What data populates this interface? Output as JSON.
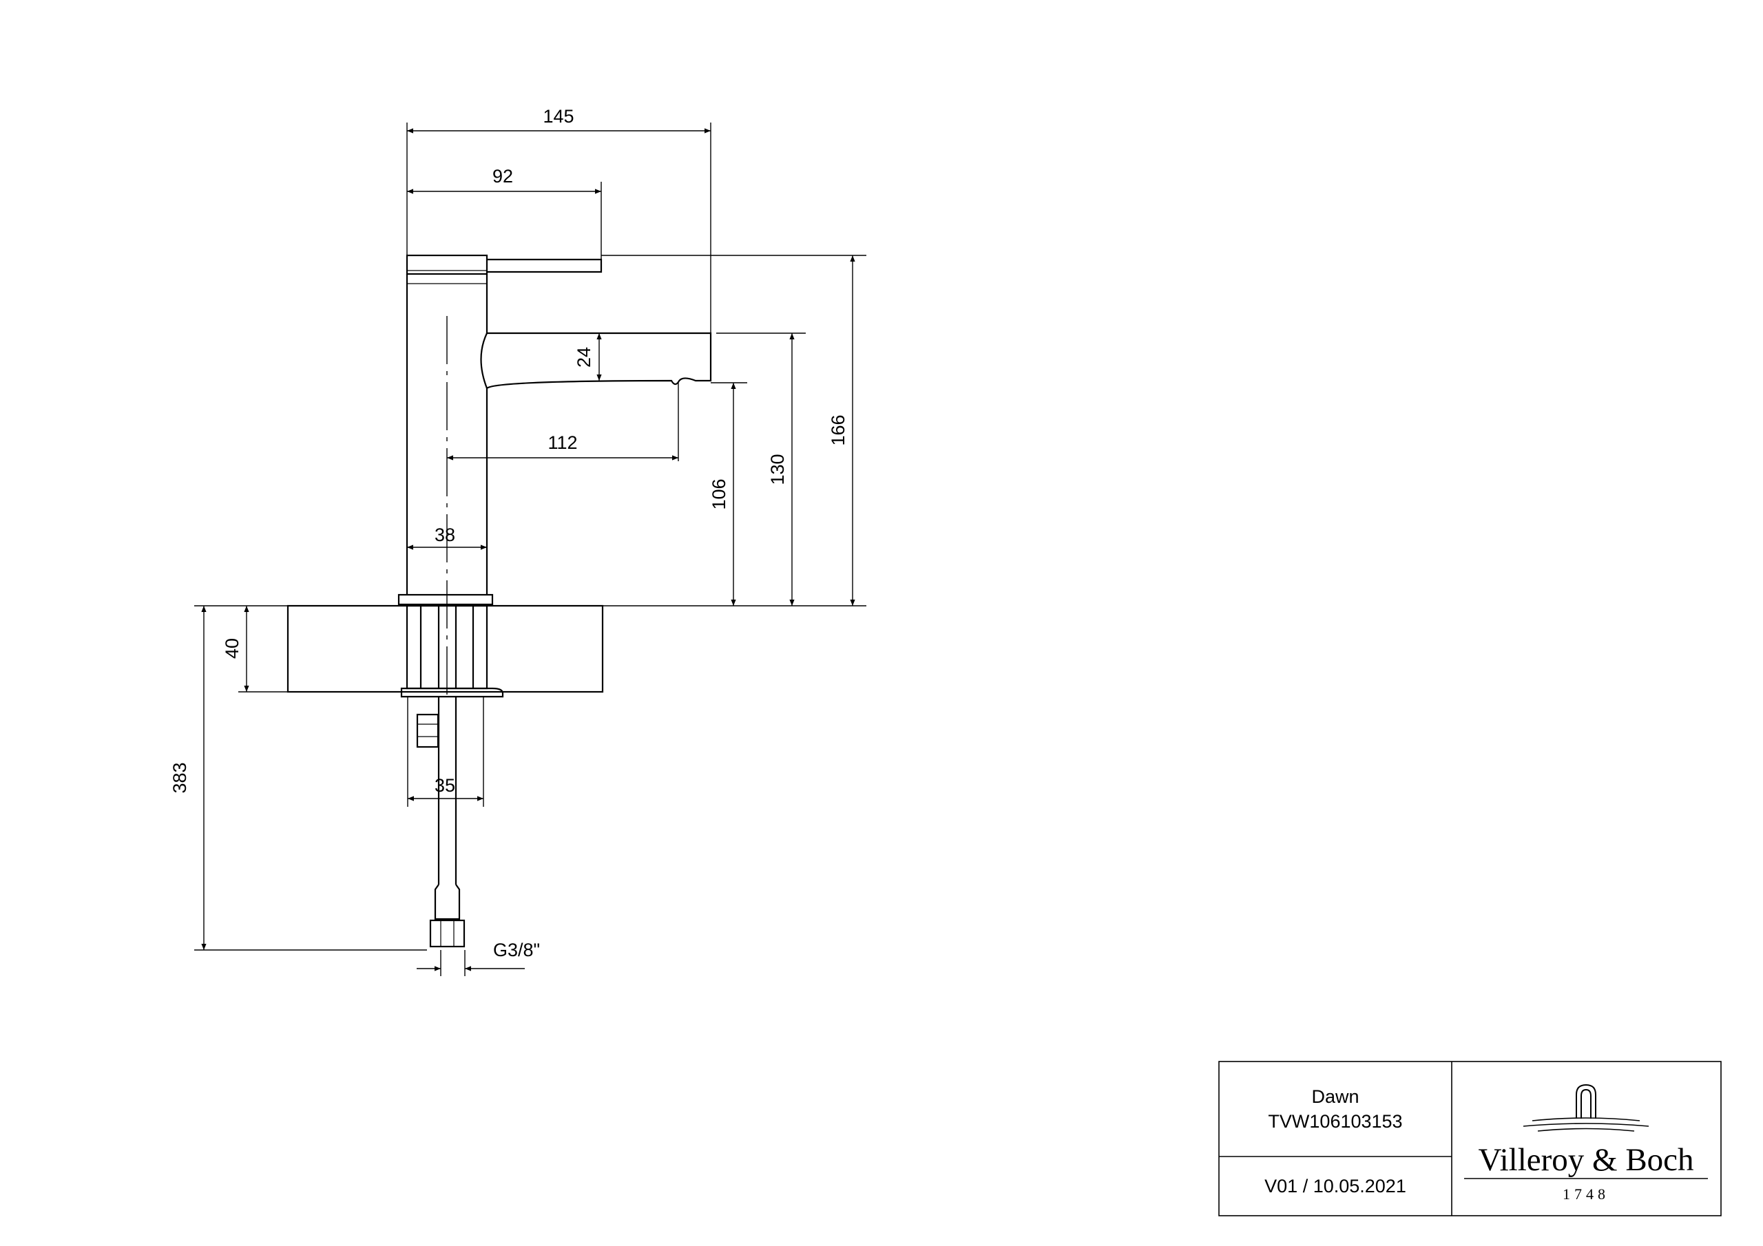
{
  "dimensions": {
    "d145": "145",
    "d92": "92",
    "d24": "24",
    "d112": "112",
    "d166": "166",
    "d130": "130",
    "d106": "106",
    "d38": "38",
    "d40": "40",
    "d383": "383",
    "d35": "35",
    "thread": "G3/8\""
  },
  "title_block": {
    "product": "Dawn",
    "article": "TVW106103153",
    "version": "V01 / 10.05.2021",
    "brand": "Villeroy & Boch",
    "year": "1748"
  }
}
